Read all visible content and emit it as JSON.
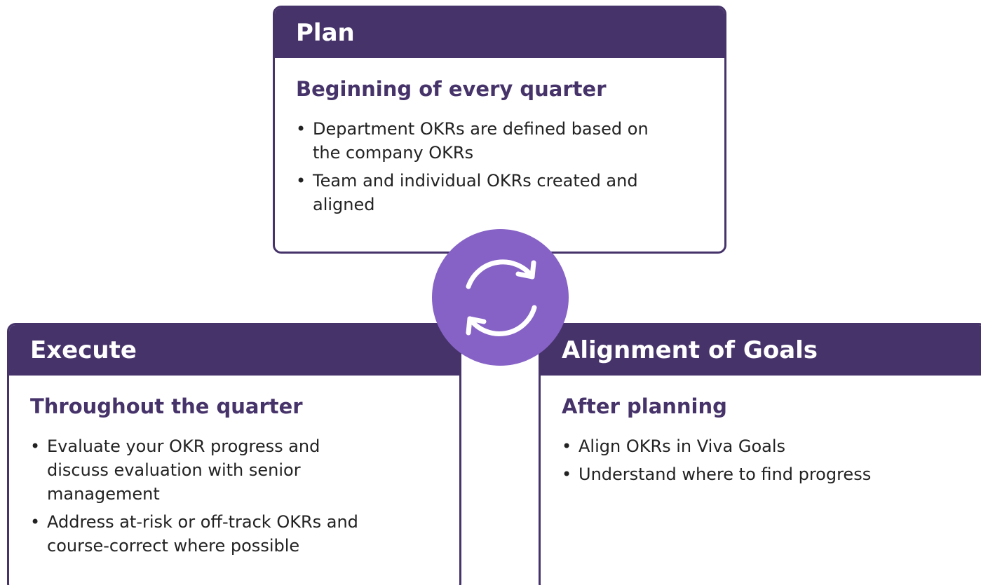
{
  "plan": {
    "title": "Plan",
    "subtitle": "Beginning of every quarter",
    "items": [
      "Department OKRs are defined based on the company OKRs",
      "Team and individual OKRs created and aligned"
    ]
  },
  "execute": {
    "title": "Execute",
    "subtitle": "Throughout the quarter",
    "items": [
      "Evaluate your OKR progress and discuss evaluation with senior management",
      "Address at-risk or off-track OKRs and course-correct where possible"
    ]
  },
  "alignment": {
    "title": "Alignment  of Goals",
    "subtitle": "After planning",
    "items": [
      "Align OKRs in Viva Goals",
      "Understand where to find progress"
    ]
  },
  "center_icon": "refresh-cycle-icon",
  "colors": {
    "header": "#46336a",
    "accent": "#8662c6",
    "text": "#222222"
  }
}
